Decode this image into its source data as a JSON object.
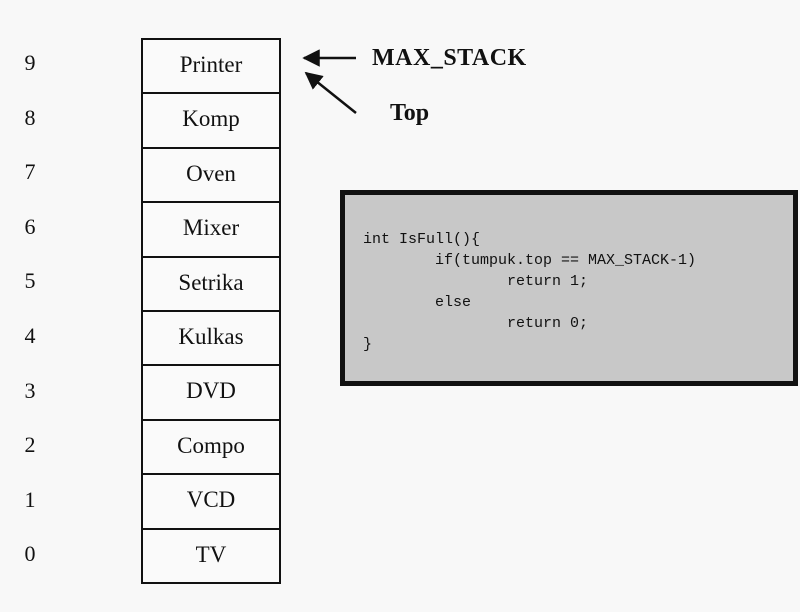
{
  "indices": [
    "9",
    "8",
    "7",
    "6",
    "5",
    "4",
    "3",
    "2",
    "1",
    "0"
  ],
  "stack_items": [
    "Printer",
    "Komp",
    "Oven",
    "Mixer",
    "Setrika",
    "Kulkas",
    "DVD",
    "Compo",
    "VCD",
    "TV"
  ],
  "labels": {
    "max_stack": "MAX_STACK",
    "top": "Top"
  },
  "code_lines": [
    "int IsFull(){",
    "        if(tumpuk.top == MAX_STACK-1)",
    "                return 1;",
    "        else",
    "                return 0;",
    "}"
  ]
}
